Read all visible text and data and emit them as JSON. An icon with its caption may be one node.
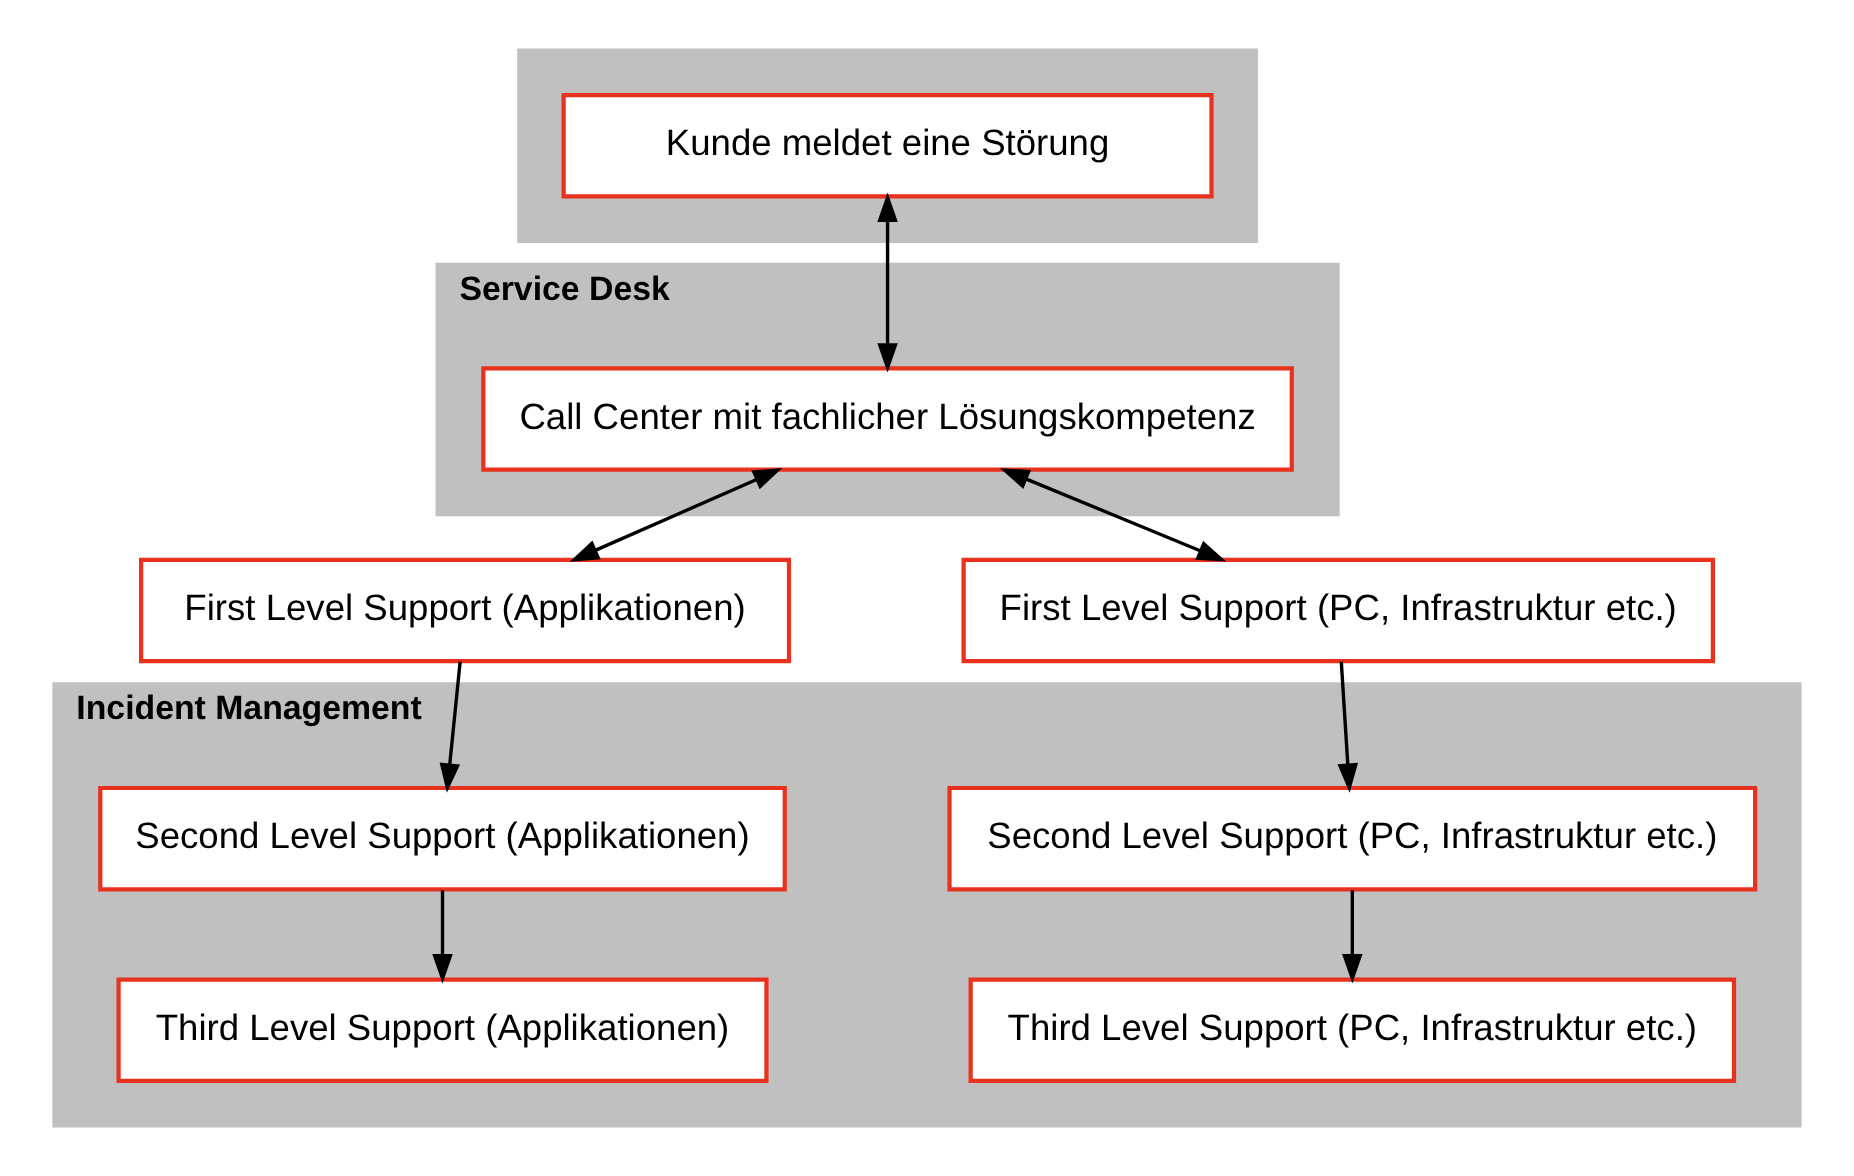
{
  "diagram": {
    "nodes": [
      {
        "text": [],
        "shape": "bar"
      },
      {
        "text": [
          "Kunde meldet eine Störung"
        ],
        "in": 0
      },
      {
        "text": [
          "Service Desk"
        ]
      },
      {
        "text": [
          "Call Center mit fachlicher Lösungskompetenz"
        ],
        "in": 2
      },
      {
        "text": [
          "First Level Support (Applikationen)"
        ]
      },
      {
        "text": [
          "First Level Support (PC, Infrastruktur etc.)"
        ]
      },
      {
        "text": [
          "Incident Management"
        ]
      },
      {
        "text": [
          "Second Level Support (Applikationen)"
        ],
        "in": 6
      },
      {
        "text": [
          "Second Level Support (PC, Infrastruktur etc.)"
        ],
        "in": 6
      },
      {
        "text": [
          "Third Level Support (Applikationen)"
        ],
        "in": 6
      },
      {
        "text": [
          "Third Level Support (PC, Infrastruktur etc.)"
        ],
        "in": 6
      }
    ],
    "edges": [
      {
        "from": 1,
        "to": 3,
        "arrow": "both"
      },
      {
        "from": 3,
        "to": 4,
        "arrow": "both"
      },
      {
        "from": 3,
        "to": 5,
        "arrow": "both"
      },
      {
        "from": 4,
        "to": 7,
        "arrow": "to"
      },
      {
        "from": 7,
        "to": 9,
        "arrow": "to"
      },
      {
        "from": 5,
        "to": 8,
        "arrow": "to"
      },
      {
        "from": 8,
        "to": 10,
        "arrow": "to"
      }
    ]
  }
}
